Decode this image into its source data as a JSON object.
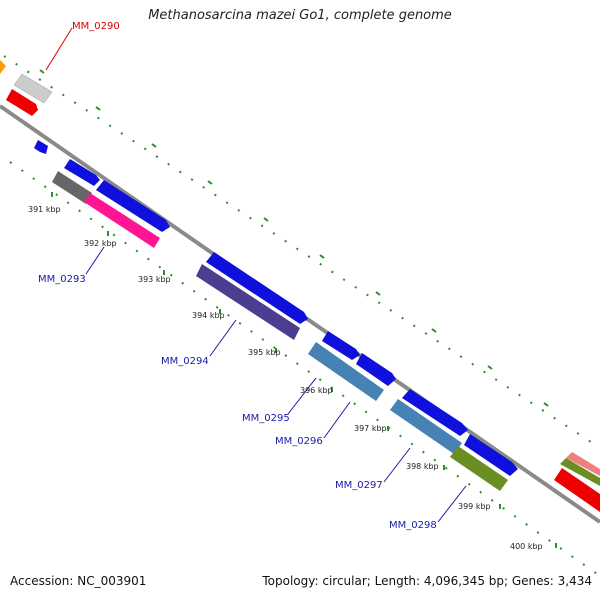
{
  "title": "Methanosarcina mazei Go1, complete genome",
  "footer": {
    "accession": "Accession: NC_003901",
    "summary": "Topology: circular; Length: 4,096,345 bp; Genes: 3,434"
  },
  "tick_labels": [
    "391 kbp",
    "392 kbp",
    "393 kbp",
    "394 kbp",
    "395 kbp",
    "396 kbp",
    "397 kbp",
    "398 kbp",
    "399 kbp",
    "400 kbp"
  ],
  "gene_labels": [
    {
      "text": "MM_0290",
      "color": "#dd0000"
    },
    {
      "text": "MM_0293",
      "color": "#1a1aaa"
    },
    {
      "text": "MM_0294",
      "color": "#1a1aaa"
    },
    {
      "text": "MM_0295",
      "color": "#1a1aaa"
    },
    {
      "text": "MM_0296",
      "color": "#1a1aaa"
    },
    {
      "text": "MM_0297",
      "color": "#1a1aaa"
    },
    {
      "text": "MM_0298",
      "color": "#1a1aaa"
    }
  ],
  "colors": {
    "backbone": "#8a8a8a",
    "tick_green": "#2e8b2e",
    "gene_blue": "#1010dd",
    "gene_pink": "#ff1493",
    "gene_purple": "#4b3d8f",
    "gene_steel": "#4682b4",
    "gene_olive": "#6b8e23",
    "gene_gray": "#666666",
    "gene_light_gray": "#cccccc",
    "gene_red": "#ee0000",
    "gene_orange": "#ff9900"
  }
}
